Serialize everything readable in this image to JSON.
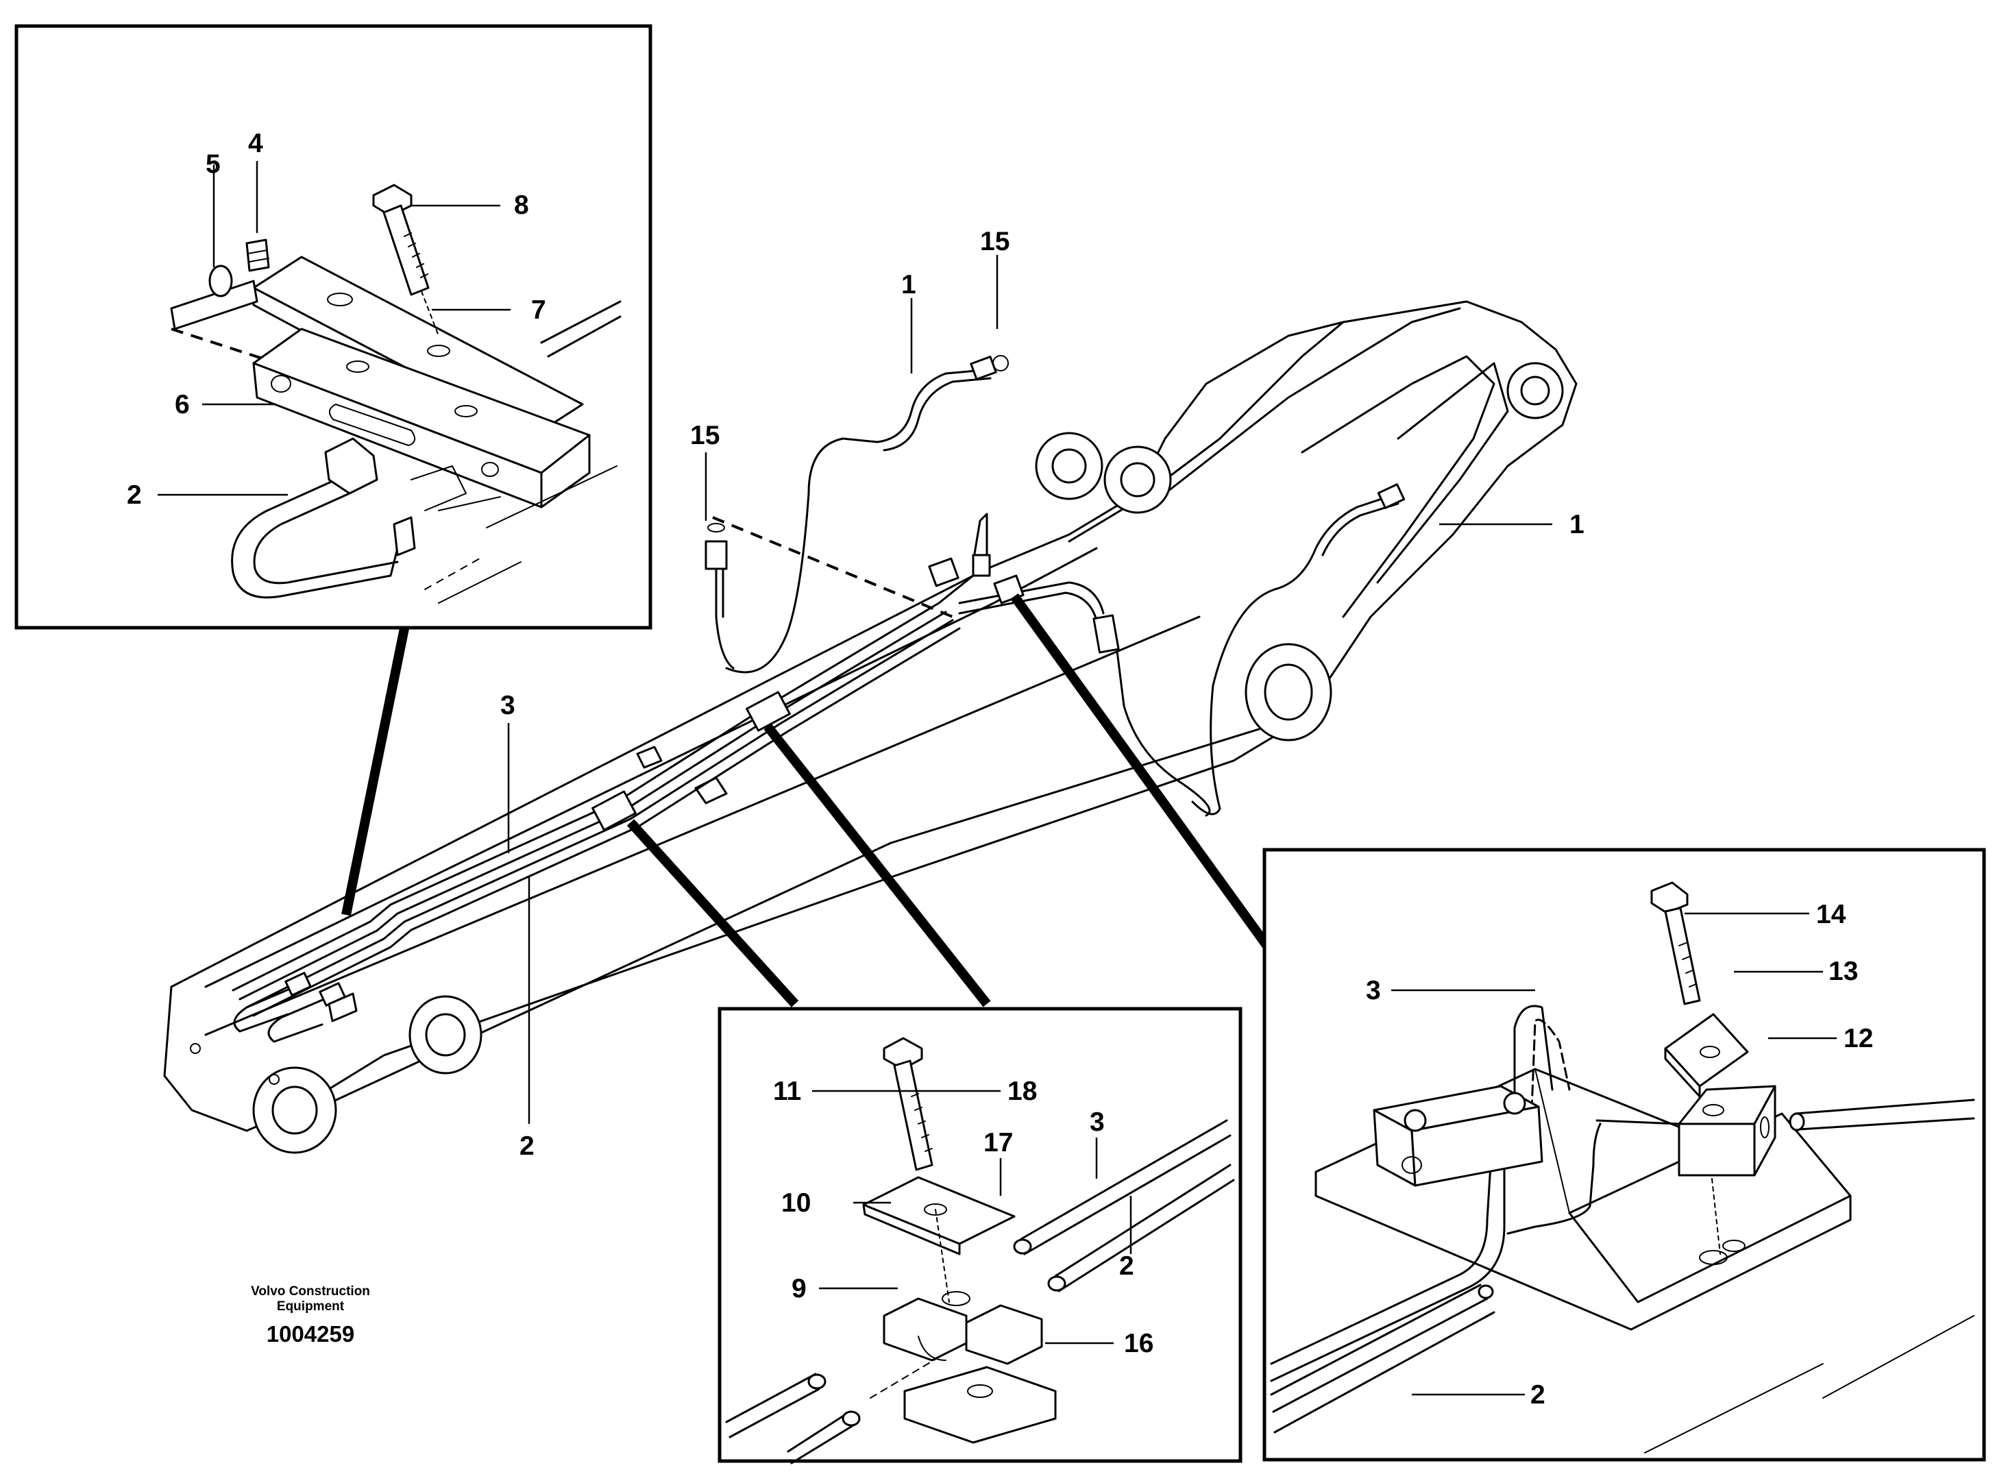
{
  "footer": {
    "maker_line1": "Volvo Construction",
    "maker_line2": "Equipment",
    "part_number": "1004259"
  },
  "callouts": {
    "main": {
      "c1a": "1",
      "c1b": "1",
      "c15a": "15",
      "c15b": "15",
      "c3": "3",
      "c2": "2"
    },
    "detail_left": {
      "c5": "5",
      "c4": "4",
      "c8": "8",
      "c7": "7",
      "c6": "6",
      "c2": "2"
    },
    "detail_middle": {
      "c11": "11",
      "c18": "18",
      "c17": "17",
      "c3": "3",
      "c10": "10",
      "c9": "9",
      "c2": "2",
      "c16": "16"
    },
    "detail_right": {
      "c14": "14",
      "c13": "13",
      "c12": "12",
      "c3": "3",
      "c2": "2"
    }
  }
}
